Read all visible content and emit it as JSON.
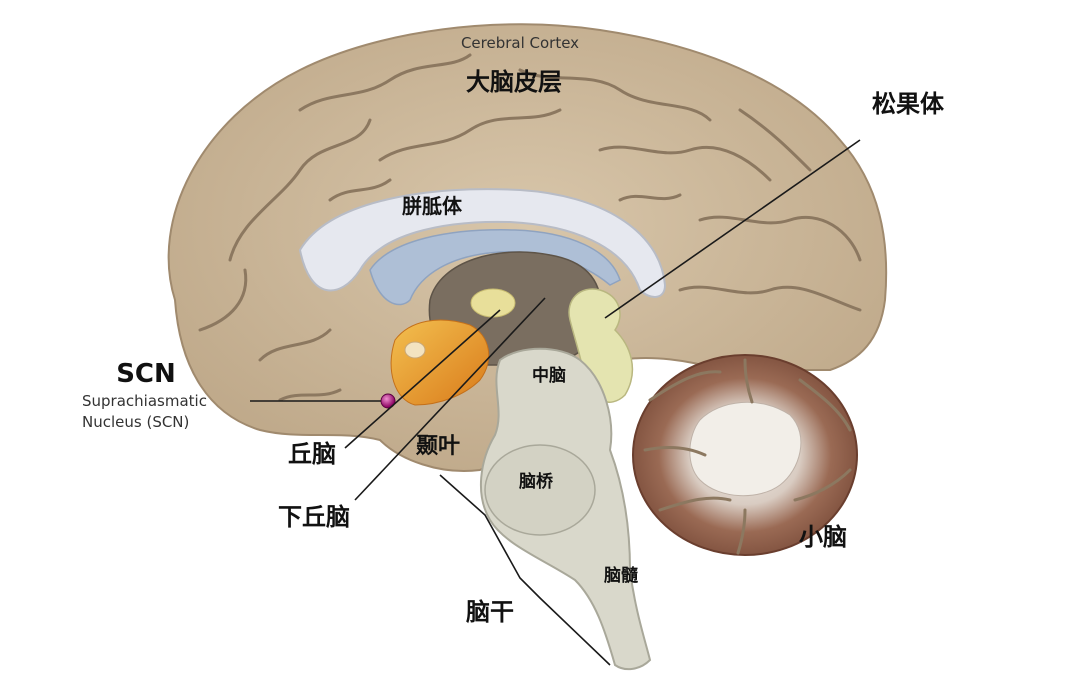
{
  "diagram": {
    "labels": {
      "cerebral_cortex_en": "Cerebral Cortex",
      "cerebral_cortex_cn": "大脑皮层",
      "pineal_gland": "松果体",
      "corpus_callosum": "胼胝体",
      "scn_abbr": "SCN",
      "scn_full_line1": "Suprachiasmatic",
      "scn_full_line2": "Nucleus (SCN)",
      "midbrain": "中脑",
      "thalamus": "丘脑",
      "temporal_lobe": "颞叶",
      "hypothalamus": "下丘脑",
      "pons": "脑桥",
      "cerebellum": "小脑",
      "medulla": "脑髓",
      "brainstem": "脑干"
    },
    "colors": {
      "cortex": "#cdb99b",
      "cortex_dark": "#a8937a",
      "ventricle": "#aebfd6",
      "corpus_callosum": "#e6e8ef",
      "thalamus": "#7a6e60",
      "brainstem": "#d9d8cb",
      "pineal": "#e4e4b0",
      "hypothalamus": "#e8a030",
      "cerebellum": "#8a5a46",
      "scn_dot": "#b0107a"
    }
  }
}
